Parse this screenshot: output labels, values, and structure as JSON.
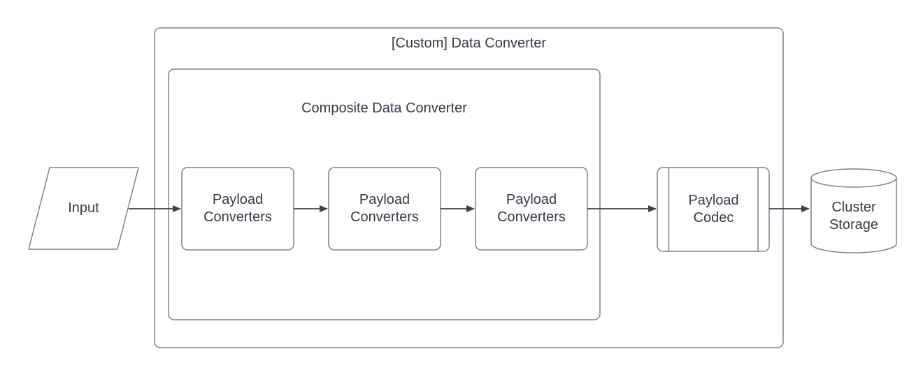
{
  "diagram": {
    "outer_container": {
      "id": "custom-data-converter",
      "label": "[Custom] Data Converter"
    },
    "inner_container": {
      "id": "composite-data-converter",
      "label": "Composite Data Converter"
    },
    "nodes": [
      {
        "id": "input",
        "shape": "parallelogram",
        "label": "Input"
      },
      {
        "id": "payload-converters-1",
        "shape": "rounded-rect",
        "label": "Payload Converters"
      },
      {
        "id": "payload-converters-2",
        "shape": "rounded-rect",
        "label": "Payload Converters"
      },
      {
        "id": "payload-converters-3",
        "shape": "rounded-rect",
        "label": "Payload Converters"
      },
      {
        "id": "payload-codec",
        "shape": "predefined-process",
        "label": "Payload Codec"
      },
      {
        "id": "cluster-storage",
        "shape": "cylinder",
        "label": "Cluster Storage"
      }
    ],
    "edges": [
      {
        "from": "input",
        "to": "payload-converters-1"
      },
      {
        "from": "payload-converters-1",
        "to": "payload-converters-2"
      },
      {
        "from": "payload-converters-2",
        "to": "payload-converters-3"
      },
      {
        "from": "payload-converters-3",
        "to": "payload-codec"
      },
      {
        "from": "payload-codec",
        "to": "cluster-storage"
      }
    ],
    "colors": {
      "background": "#ffffff",
      "shape_border": "#7b828b",
      "text": "#333b47",
      "arrow": "#3a4350",
      "shape_fill": "#ffffff"
    }
  }
}
